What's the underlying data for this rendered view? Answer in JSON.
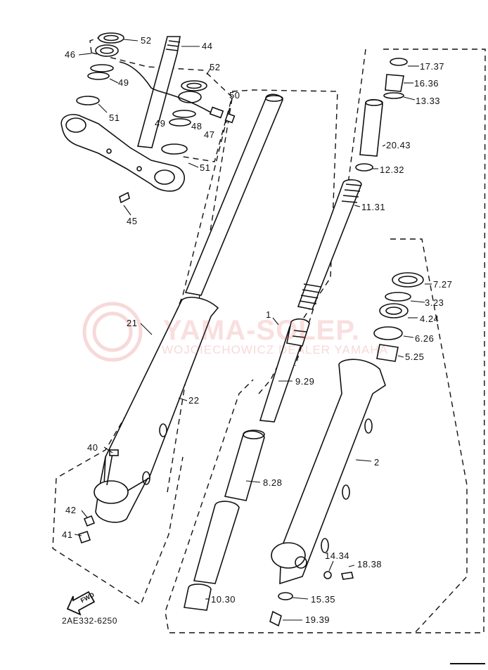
{
  "diagram_code": "2AE332-6250",
  "watermark": {
    "line1": "YAMA-SOLEP.",
    "line2": "WOJCIECHOWICZ DEALER YAMAHA"
  },
  "fwd_label": "FWD",
  "labels": {
    "p52a": "52",
    "p44": "44",
    "p46": "46",
    "p49a": "49",
    "p52b": "52",
    "p50": "50",
    "p51a": "51",
    "p49b": "49",
    "p48": "48",
    "p47": "47",
    "p51b": "51",
    "p45": "45",
    "p1737": "17.37",
    "p1636": "16.36",
    "p1333": "13.33",
    "p2043": "20.43",
    "p1232": "12.32",
    "p1131": "11.31",
    "p727": "7.27",
    "p323": "3.23",
    "p424": "4.24",
    "p626": "6.26",
    "p525": "5.25",
    "p1": "1",
    "p21": "21",
    "p22": "22",
    "p929": "9.29",
    "p40": "40",
    "p828": "8.28",
    "p2": "2",
    "p42": "42",
    "p41": "41",
    "p1434": "14.34",
    "p1838": "18.38",
    "p1030": "10.30",
    "p1535": "15.35",
    "p1939": "19.39"
  }
}
